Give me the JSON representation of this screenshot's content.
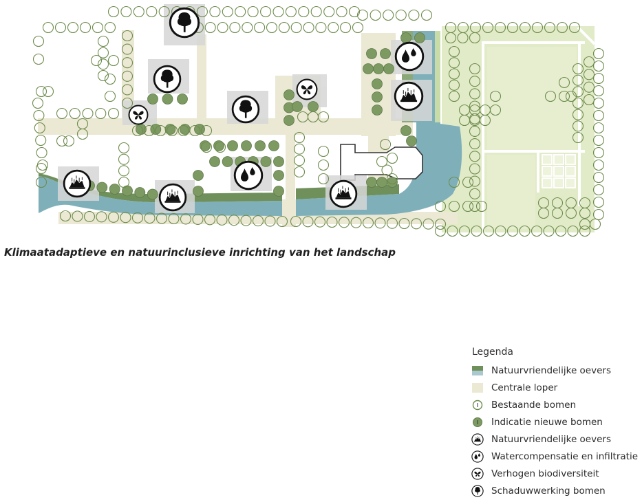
{
  "caption": "Klimaatadaptieve en natuurinclusieve inrichting van het landschap",
  "legend": {
    "title": "Legenda",
    "items": [
      {
        "label": "Natuurvriendelijke oevers",
        "swatch": "bank"
      },
      {
        "label": "Centrale loper",
        "swatch": "path"
      },
      {
        "label": "Bestaande bomen",
        "swatch": "tree-existing"
      },
      {
        "label": "Indicatie nieuwe bomen",
        "swatch": "tree-new"
      },
      {
        "label": "Natuurvriendelijke oevers",
        "swatch": "icon-bank"
      },
      {
        "label": "Watercompensatie en infiltratie",
        "swatch": "icon-water"
      },
      {
        "label": "Verhogen biodiversiteit",
        "swatch": "icon-butterfly"
      },
      {
        "label": "Schaduwwerking bomen",
        "swatch": "icon-tree"
      }
    ]
  },
  "icons": {
    "bank": "natuurvriendelijke-oever-icon",
    "water": "watercompensatie-druppel-icon",
    "butterfly": "vlinder-biodiversiteit-icon",
    "tree": "schaduwboom-icon"
  },
  "colors": {
    "water": "#7fb0ba",
    "bank_dark": "#6f8f5b",
    "path": "#ebe8d4",
    "field": "#e2ebc8",
    "tree_existing_stroke": "#6e8c4d",
    "tree_new_fill": "#7e9a63",
    "icon_shadow": "#d7d7d7"
  }
}
